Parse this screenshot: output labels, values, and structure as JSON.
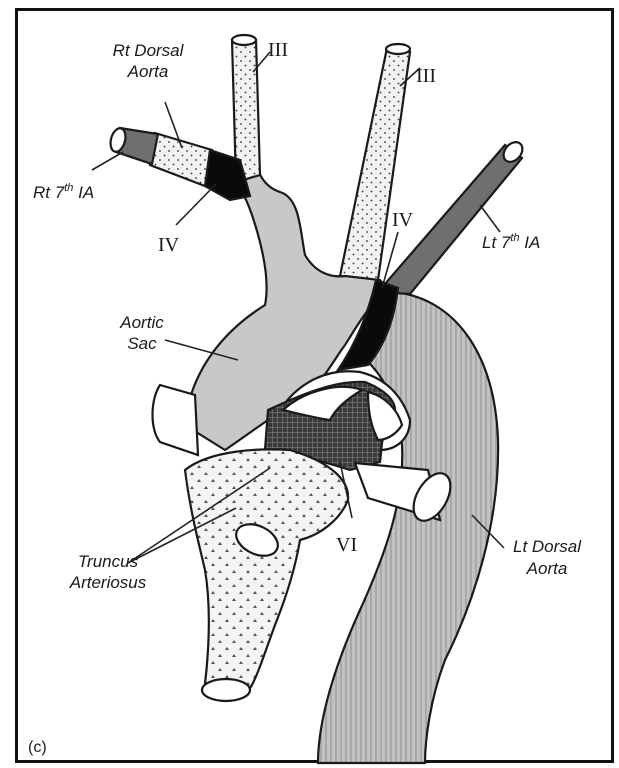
{
  "panel_label": "(c)",
  "labels": {
    "rt_dorsal_aorta": [
      "Rt Dorsal",
      "Aorta"
    ],
    "rt_7th_ia": {
      "prefix": "Rt 7",
      "sup": "th",
      "suffix": " IA"
    },
    "lt_7th_ia": {
      "prefix": "Lt 7",
      "sup": "th",
      "suffix": " IA"
    },
    "aortic_sac": [
      "Aortic",
      "Sac"
    ],
    "truncus_arteriosus": [
      "Truncus",
      "Arteriosus"
    ],
    "lt_dorsal_aorta": [
      "Lt Dorsal",
      "Aorta"
    ],
    "arch_III_right": "III",
    "arch_III_left": "III",
    "arch_IV_right": "IV",
    "arch_IV_left": "IV",
    "arch_VI": "VI"
  },
  "fills": {
    "aortic_sac": "#c8c8c8",
    "arch_IV": "#0a0a0a",
    "intersegmental": "#6f6f6f",
    "dorsal_aorta": "#bdbdbd",
    "arch_VI": "#4a4a4a",
    "white": "#ffffff"
  }
}
